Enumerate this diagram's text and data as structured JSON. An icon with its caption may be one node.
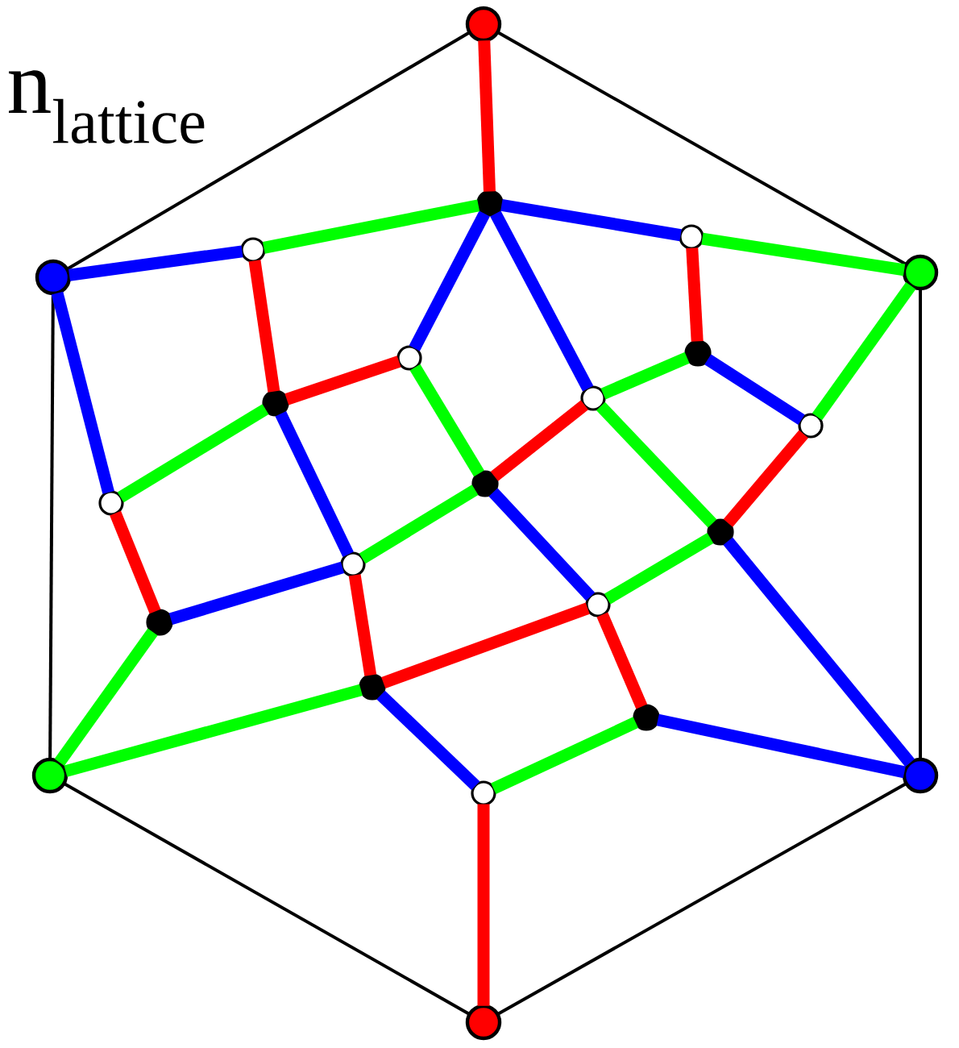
{
  "diagram": {
    "nodes": [
      {
        "text": [],
        "shape": "circle"
      },
      {
        "text": [],
        "shape": "circle"
      },
      {
        "text": [],
        "shape": "circle"
      },
      {
        "text": [],
        "shape": "circle"
      },
      {
        "text": [],
        "shape": "circle"
      },
      {
        "text": [],
        "shape": "circle"
      },
      {
        "text": [],
        "shape": "circle"
      },
      {
        "text": [],
        "shape": "circle"
      },
      {
        "text": [],
        "shape": "circle"
      },
      {
        "text": [],
        "shape": "circle"
      },
      {
        "text": [],
        "shape": "circle"
      },
      {
        "text": [],
        "shape": "circle"
      },
      {
        "text": [],
        "shape": "circle"
      },
      {
        "text": [],
        "shape": "circle"
      },
      {
        "text": [],
        "shape": "circle"
      },
      {
        "text": [],
        "shape": "circle"
      },
      {
        "text": [],
        "shape": "circle"
      },
      {
        "text": [],
        "shape": "circle"
      },
      {
        "text": [],
        "shape": "circle"
      },
      {
        "text": [],
        "shape": "circle"
      },
      {
        "text": [],
        "shape": "circle"
      },
      {
        "text": [],
        "shape": "circle"
      },
      {
        "text": [],
        "shape": "circle"
      }
    ],
    "edges": [
      {
        "from": 0,
        "to": 2,
        "arrow": "none",
        "color": "#000000"
      },
      {
        "from": 2,
        "to": 4,
        "arrow": "none",
        "color": "#000000"
      },
      {
        "from": 4,
        "to": 5,
        "arrow": "none",
        "color": "#000000"
      },
      {
        "from": 5,
        "to": 3,
        "arrow": "none",
        "color": "#000000"
      },
      {
        "from": 3,
        "to": 1,
        "arrow": "none",
        "color": "#000000"
      },
      {
        "from": 1,
        "to": 0,
        "arrow": "none",
        "color": "#000000"
      },
      {
        "from": 0,
        "to": 7,
        "arrow": "none",
        "color": "#ff0000"
      },
      {
        "from": 6,
        "to": 11,
        "arrow": "none",
        "color": "#ff0000"
      },
      {
        "from": 11,
        "to": 9,
        "arrow": "none",
        "color": "#ff0000"
      },
      {
        "from": 8,
        "to": 10,
        "arrow": "none",
        "color": "#ff0000"
      },
      {
        "from": 12,
        "to": 14,
        "arrow": "none",
        "color": "#ff0000"
      },
      {
        "from": 13,
        "to": 17,
        "arrow": "none",
        "color": "#ff0000"
      },
      {
        "from": 15,
        "to": 19,
        "arrow": "none",
        "color": "#ff0000"
      },
      {
        "from": 16,
        "to": 20,
        "arrow": "none",
        "color": "#ff0000"
      },
      {
        "from": 20,
        "to": 18,
        "arrow": "none",
        "color": "#ff0000"
      },
      {
        "from": 18,
        "to": 21,
        "arrow": "none",
        "color": "#ff0000"
      },
      {
        "from": 22,
        "to": 5,
        "arrow": "none",
        "color": "#ff0000"
      },
      {
        "from": 1,
        "to": 6,
        "arrow": "none",
        "color": "#0000ff"
      },
      {
        "from": 7,
        "to": 8,
        "arrow": "none",
        "color": "#0000ff"
      },
      {
        "from": 7,
        "to": 9,
        "arrow": "none",
        "color": "#0000ff"
      },
      {
        "from": 7,
        "to": 12,
        "arrow": "none",
        "color": "#0000ff"
      },
      {
        "from": 1,
        "to": 15,
        "arrow": "none",
        "color": "#0000ff"
      },
      {
        "from": 11,
        "to": 16,
        "arrow": "none",
        "color": "#0000ff"
      },
      {
        "from": 10,
        "to": 13,
        "arrow": "none",
        "color": "#0000ff"
      },
      {
        "from": 19,
        "to": 16,
        "arrow": "none",
        "color": "#0000ff"
      },
      {
        "from": 14,
        "to": 18,
        "arrow": "none",
        "color": "#0000ff"
      },
      {
        "from": 17,
        "to": 4,
        "arrow": "none",
        "color": "#0000ff"
      },
      {
        "from": 20,
        "to": 22,
        "arrow": "none",
        "color": "#0000ff"
      },
      {
        "from": 21,
        "to": 4,
        "arrow": "none",
        "color": "#0000ff"
      },
      {
        "from": 6,
        "to": 7,
        "arrow": "none",
        "color": "#00ff00"
      },
      {
        "from": 8,
        "to": 2,
        "arrow": "none",
        "color": "#00ff00"
      },
      {
        "from": 2,
        "to": 13,
        "arrow": "none",
        "color": "#00ff00"
      },
      {
        "from": 9,
        "to": 14,
        "arrow": "none",
        "color": "#00ff00"
      },
      {
        "from": 12,
        "to": 10,
        "arrow": "none",
        "color": "#00ff00"
      },
      {
        "from": 12,
        "to": 17,
        "arrow": "none",
        "color": "#00ff00"
      },
      {
        "from": 11,
        "to": 15,
        "arrow": "none",
        "color": "#00ff00"
      },
      {
        "from": 14,
        "to": 16,
        "arrow": "none",
        "color": "#00ff00"
      },
      {
        "from": 18,
        "to": 17,
        "arrow": "none",
        "color": "#00ff00"
      },
      {
        "from": 19,
        "to": 3,
        "arrow": "none",
        "color": "#00ff00"
      },
      {
        "from": 3,
        "to": 20,
        "arrow": "none",
        "color": "#00ff00"
      },
      {
        "from": 22,
        "to": 21,
        "arrow": "none",
        "color": "#00ff00"
      }
    ],
    "labels": [
      "n$_{lattice}$"
    ]
  }
}
